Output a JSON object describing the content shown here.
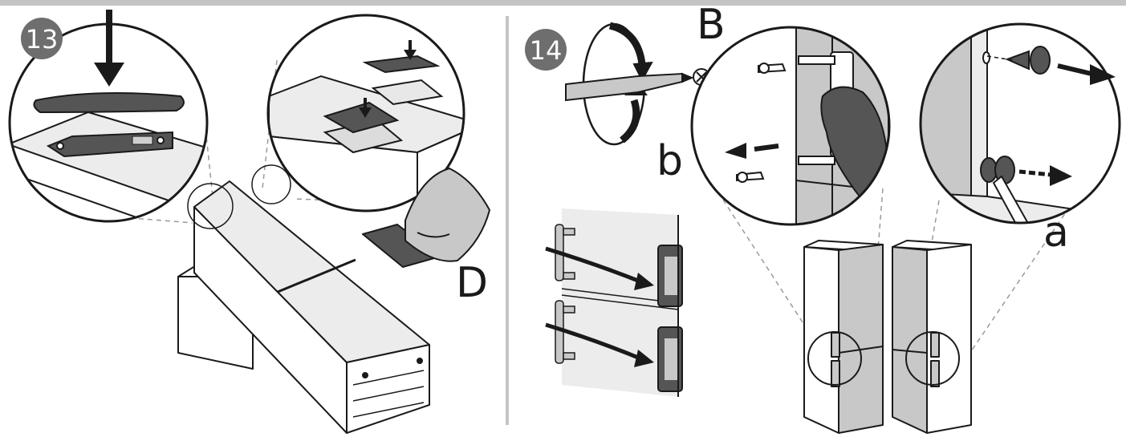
{
  "step13": {
    "number": "13",
    "callout_D": "D"
  },
  "step14": {
    "number": "14",
    "callout_B": "B",
    "callout_b": "b",
    "callout_a": "a"
  },
  "colors": {
    "line": "#1a1a1a",
    "panel_gray": "#c8c8c8",
    "dark_gray": "#555555",
    "badge": "#6e6e6e",
    "divider": "#c4c4c4",
    "face_light": "#ececec"
  }
}
